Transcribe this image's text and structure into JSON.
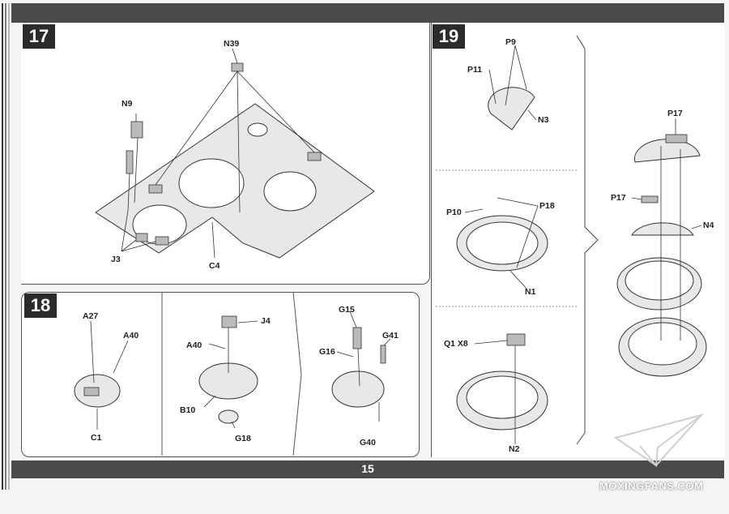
{
  "page_number": "15",
  "watermark": "MOXINGFANS.COM",
  "steps": {
    "s17": {
      "number": "17",
      "labels": {
        "n39": "N39",
        "n9": "N9",
        "j3": "J3",
        "c4": "C4"
      }
    },
    "s18": {
      "number": "18",
      "labels": {
        "a27": "A27",
        "a40a": "A40",
        "c1": "C1",
        "j4": "J4",
        "a40b": "A40",
        "b10": "B10",
        "g18": "G18",
        "g15": "G15",
        "g41": "G41",
        "g16": "G16",
        "g40": "G40"
      }
    },
    "s19": {
      "number": "19",
      "labels": {
        "p9": "P9",
        "p11": "P11",
        "n3": "N3",
        "p10": "P10",
        "p18": "P18",
        "n1": "N1",
        "q1": "Q1 X8",
        "n2": "N2",
        "p17a": "P17",
        "p17b": "P17",
        "n4": "N4"
      }
    }
  }
}
